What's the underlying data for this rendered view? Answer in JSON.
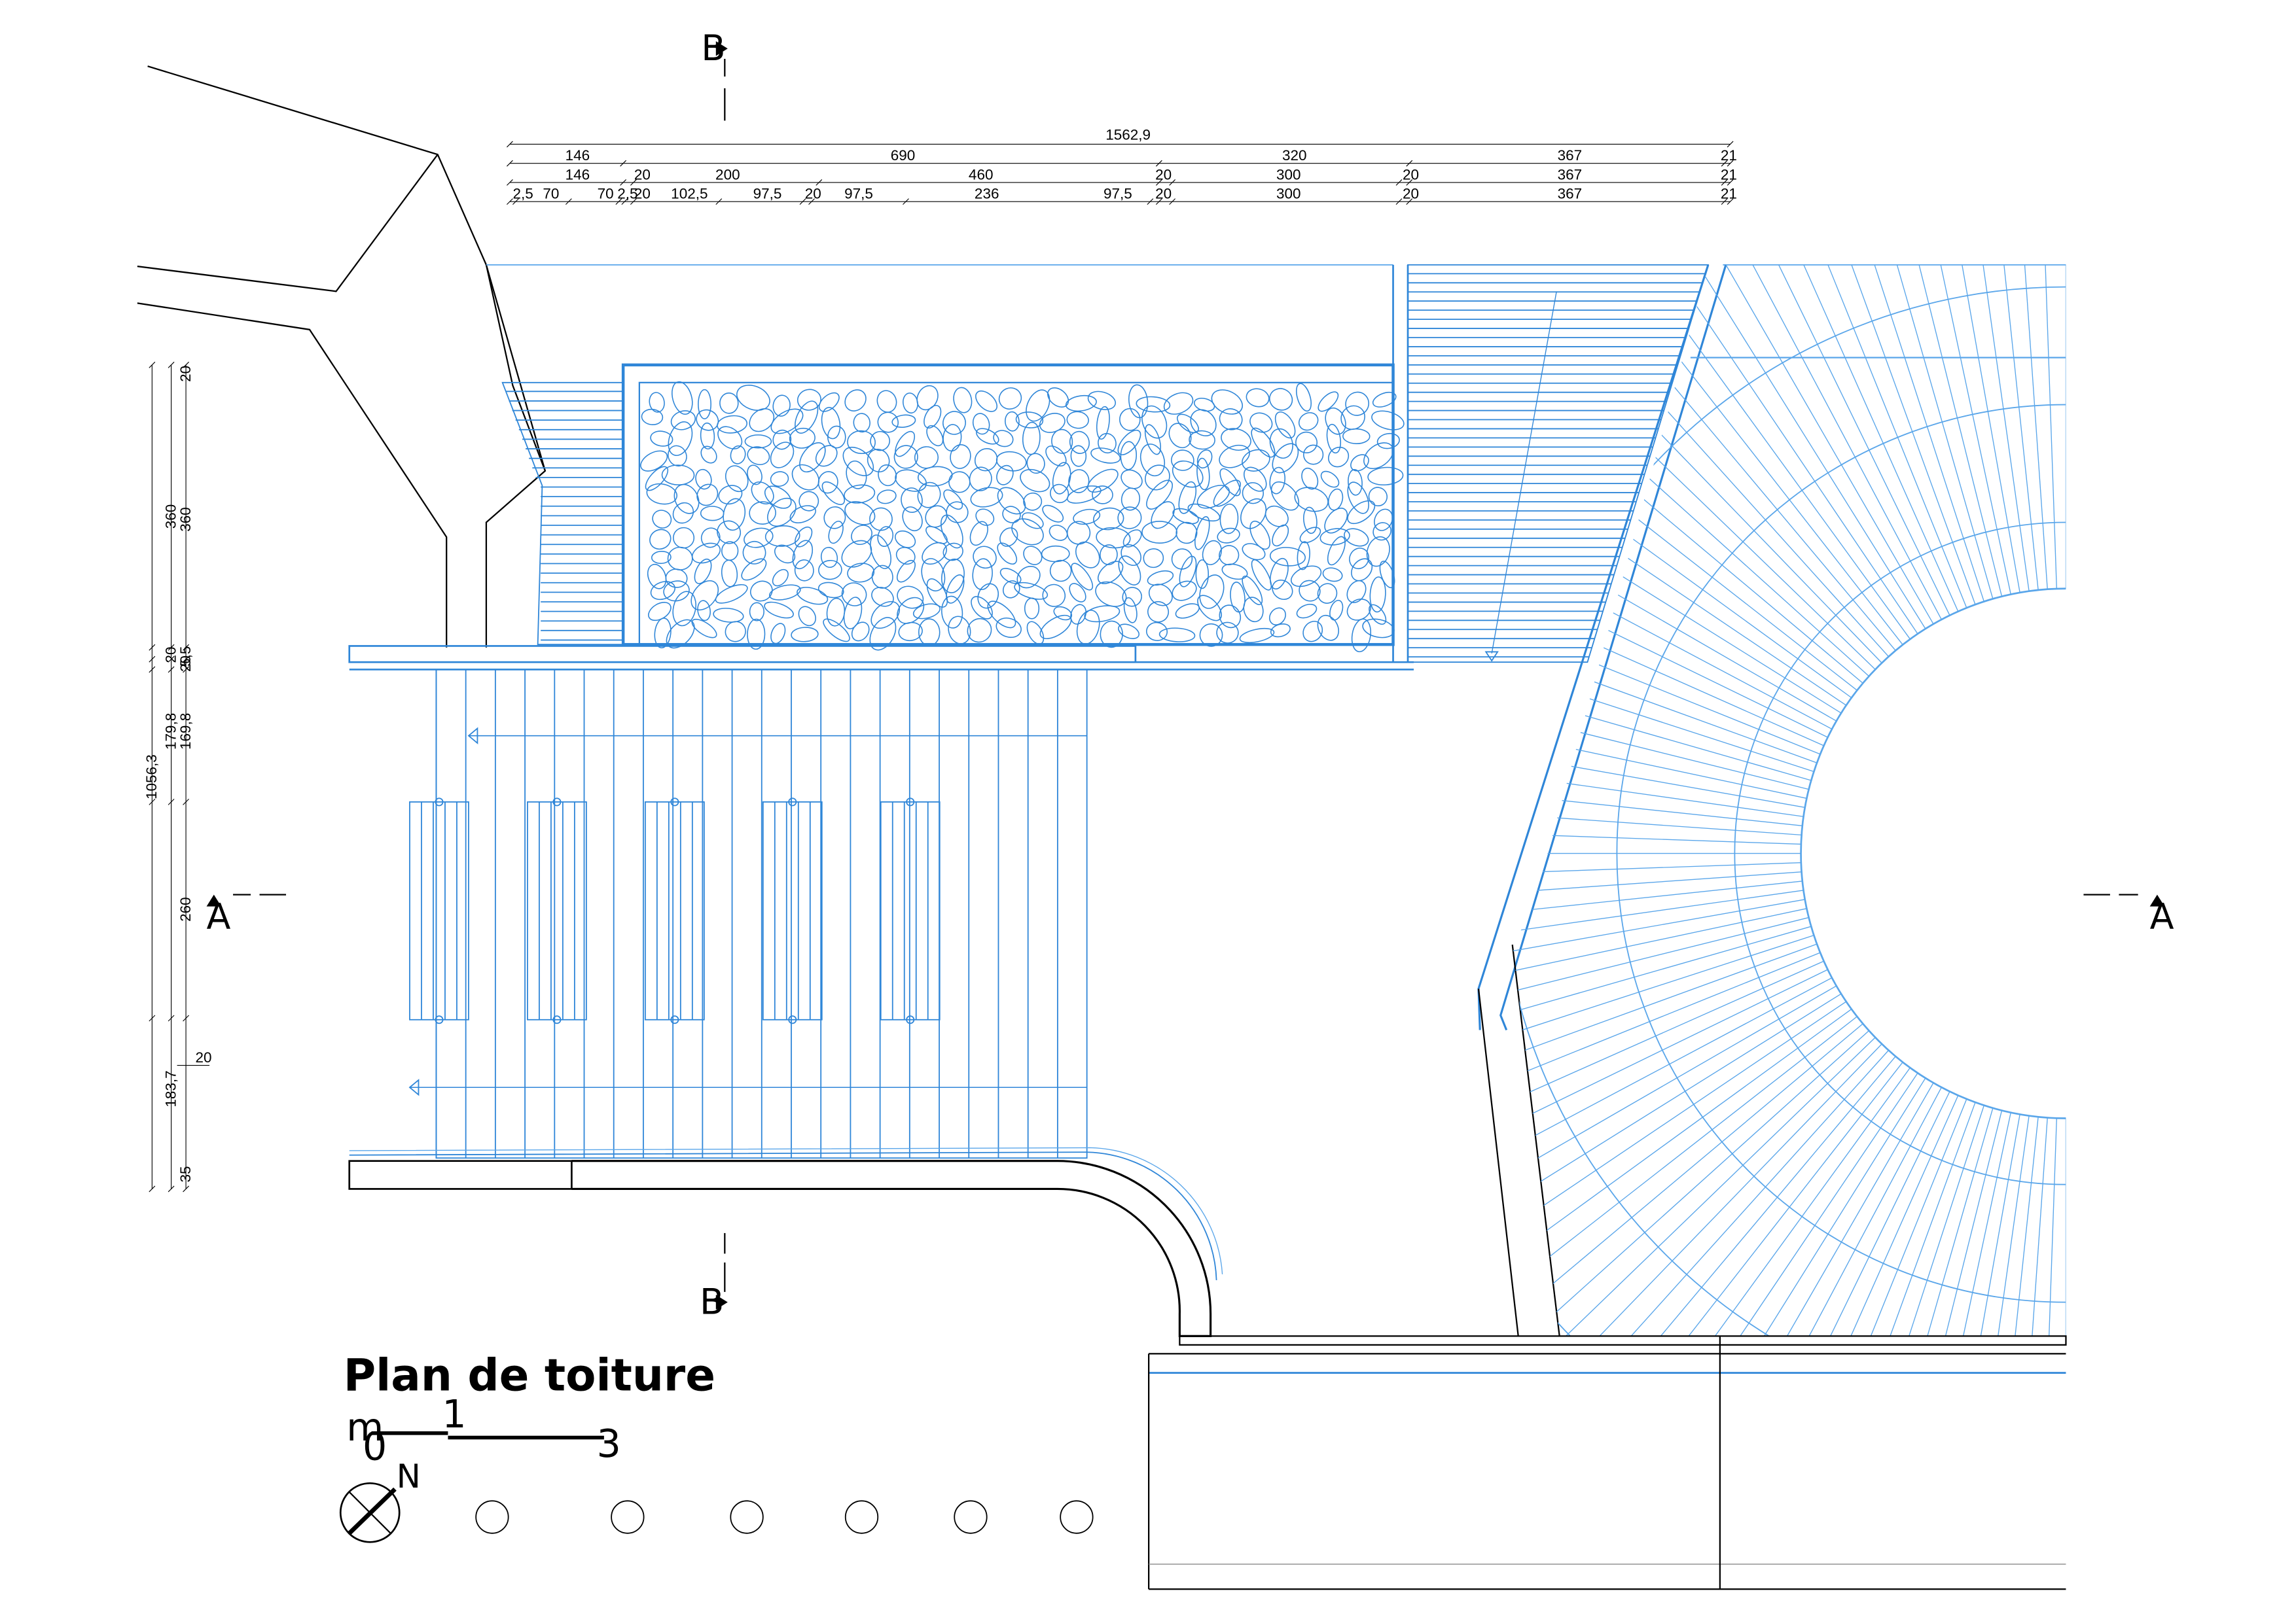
{
  "drawing": {
    "title": "Plan de toiture",
    "scale_bar": {
      "unit": "m",
      "ticks": [
        "0",
        "1",
        "3"
      ]
    },
    "north_label": "N",
    "section_markers": [
      {
        "id": "section-b-top",
        "label": "B"
      },
      {
        "id": "section-b-bottom",
        "label": "B"
      },
      {
        "id": "section-a-left",
        "label": "A"
      },
      {
        "id": "section-a-right",
        "label": "A"
      }
    ],
    "top_dimensions": {
      "total": "1562,9",
      "row1": [
        "146",
        "690",
        "320",
        "367",
        "21"
      ],
      "row2": [
        "146",
        "20",
        "200",
        "460",
        "20",
        "300",
        "20",
        "367",
        "21"
      ],
      "row3": [
        "2,5",
        "70",
        "70",
        "2,5",
        "20",
        "102,5",
        "97,5",
        "20",
        "97,5",
        "236",
        "97,5",
        "20",
        "300",
        "20",
        "367",
        "21"
      ]
    },
    "left_dimensions": {
      "total": "1056,3",
      "col_a": [
        "360",
        "20",
        "179,8",
        "183,7"
      ],
      "col_b": [
        "20",
        "360",
        "5,5",
        "20",
        "169,8",
        "260",
        "20",
        "35"
      ]
    },
    "colors": {
      "line": "#000000",
      "roof": "#2f86d8",
      "roof_light": "#5aa6ea"
    }
  }
}
